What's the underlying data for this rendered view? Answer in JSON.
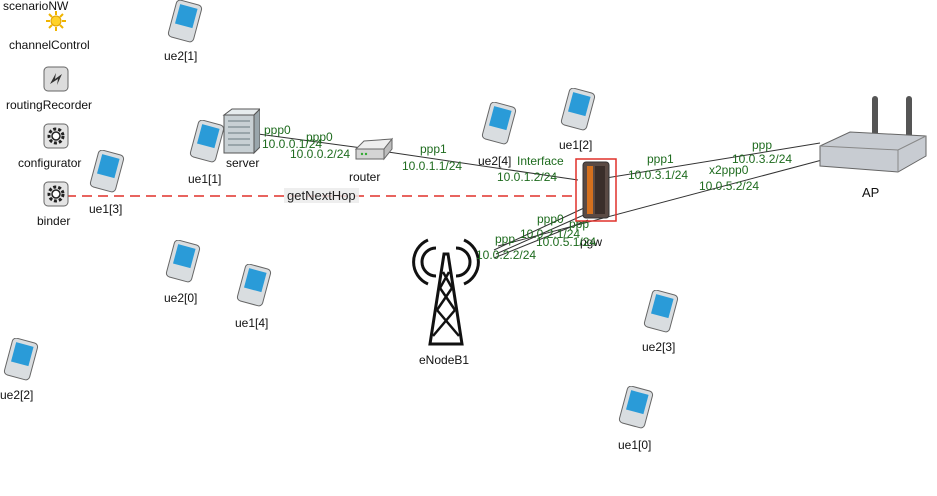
{
  "nodes": {
    "scenarioNW": "scenarioNW",
    "channelControl": "channelControl",
    "routingRecorder": "routingRecorder",
    "configurator": "configurator",
    "binder": "binder",
    "server": "server",
    "router": "router",
    "pgw": "pgw",
    "ap": "AP",
    "enodeb": "eNodeB1"
  },
  "ues": {
    "ue2_1": "ue2[1]",
    "ue1_1": "ue1[1]",
    "ue1_3": "ue1[3]",
    "ue2_0": "ue2[0]",
    "ue1_4": "ue1[4]",
    "ue2_2": "ue2[2]",
    "ue2_4": "ue2[4]",
    "ue1_2": "ue1[2]",
    "ue2_3": "ue2[3]",
    "ue1_0": "ue1[0]"
  },
  "link_labels": {
    "server_ppp0": "ppp0",
    "server_ip": "10.0.0.1/24",
    "router_ppp0": "ppp0",
    "router_ip": "10.0.0.2/24",
    "router_ppp1": "ppp1",
    "router_ip2": "10.0.1.1/24",
    "pgw_interface": "Interface",
    "pgw_ip": "10.0.1.2/24",
    "pgw_ppp1": "ppp1",
    "pgw_ip_ap": "10.0.3.1/24",
    "ap_ppp": "ppp",
    "ap_ip": "10.0.3.2/24",
    "ap_x2": "x2ppp0",
    "ap_x2_ip": "10.0.5.2/24",
    "pgw_ppp0": "ppp0",
    "pgw_ppp_a": "ppp",
    "pgw_ip_a": "10.0.2.1/24",
    "pgw_ip_b": "10.0.5.1/24",
    "enb_ppp": "ppp",
    "enb_ip": "10.0.2.2/24"
  },
  "message": "getNextHop",
  "colors": {
    "link_label": "#1e6b1e",
    "message_line": "#e0302a",
    "highlight_box": "#e0302a"
  }
}
